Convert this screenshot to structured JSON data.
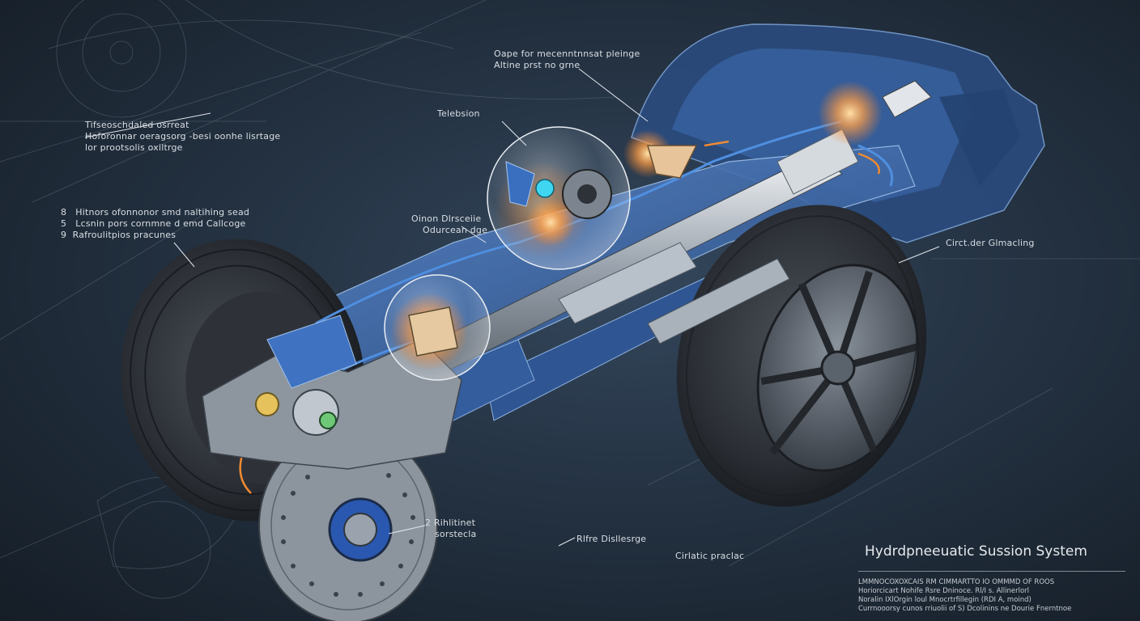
{
  "labels": {
    "top_center": [
      "Oape for mecenntnnsat pleinge",
      "Altine prst no grne"
    ],
    "top_left": [
      "Tifseoschdaled osrreat",
      "Hoforonnar oeragsorg -besi oonhe lisrtage",
      "lor prootsolis oxiltrge"
    ],
    "mid_left": [
      "Hitnors ofonnonor smd naltihing sead",
      "Lcsnin pors cornmne d emd Callcoge",
      "Rafroulitpios pracunes"
    ],
    "mid_left_markers": [
      "8",
      "5",
      "9"
    ],
    "telesion": "Telebsion",
    "ball_joint": [
      "Oinon Dlrsceiie",
      "Odurcean dge"
    ],
    "right_callout": "Circt.der Glmacling",
    "bottom_disc": [
      "2 Rihlitinet",
      "sorstecla"
    ],
    "bottom_mid": "Rlfre Disllesrge",
    "bottom_center": "Cirlatic praclac"
  },
  "title_block": {
    "title": "Hydrdpneeuatic Sussion System",
    "fine_print": [
      "LMMNOCOXOXCAIS RM CIMMARTTO IO OMMMD OF ROOS",
      "Horiorcicart  Nohife  Rsre  Dninoce.    Rl/I s.    Allinerlorl",
      "Noralin IXlOrgin loul Mnocrtrfillegin (RDI A, moind)",
      "Currnooorsy cunos rriuolii of S) Dcolinins ne Dourie Fnerntnoe"
    ]
  },
  "colors": {
    "background": "#243242",
    "frame_blue": "#3e6aa8",
    "chrome": "#c9cfd6",
    "tire": "#2b2f35",
    "glow": "#ffb060",
    "cyan_dot": "#3fd6f2"
  }
}
